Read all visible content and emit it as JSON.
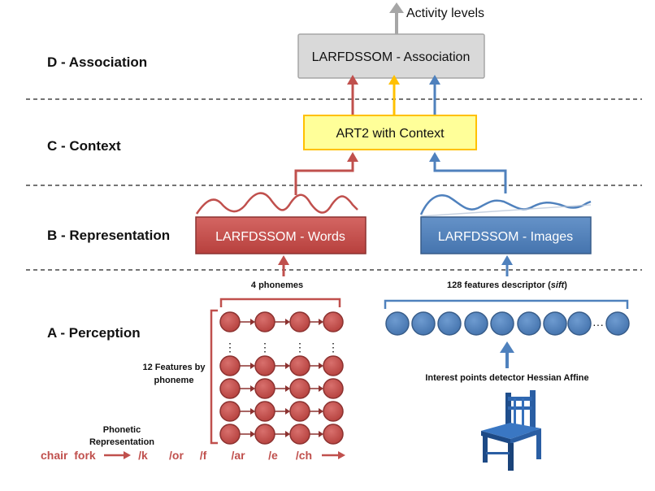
{
  "layers": {
    "d": "D - Association",
    "c": "C - Context",
    "b": "B - Representation",
    "a": "A - Perception"
  },
  "boxes": {
    "association": "LARFDSSOM - Association",
    "context": "ART2 with Context",
    "words": "LARFDSSOM - Words",
    "images": "LARFDSSOM - Images"
  },
  "output_label": "Activity levels",
  "labels": {
    "phonemes": "4 phonemes",
    "features_descriptor_prefix": "128 features descriptor (",
    "features_descriptor_italic": "sift",
    "features_descriptor_suffix": ")",
    "features_by_phoneme_line1": "12 Features by",
    "features_by_phoneme_line2": "phoneme",
    "phonetic_line1": "Phonetic",
    "phonetic_line2": "Representation",
    "interest_points": "Interest points detector Hessian Affine",
    "ellipsis": "···"
  },
  "phonetic": {
    "words": "chair  fork",
    "tokens": [
      "/k",
      "/or",
      "/f",
      "/ar",
      "/e",
      "/ch"
    ]
  },
  "colors": {
    "red": "#c0504d",
    "red_dark": "#8c3230",
    "blue": "#4f81bd",
    "blue_dark": "#385d8a",
    "yellow": "#ffc000",
    "yellow_fill": "#ffff99",
    "gray": "#a6a6a6",
    "gray_fill": "#d9d9d9"
  }
}
